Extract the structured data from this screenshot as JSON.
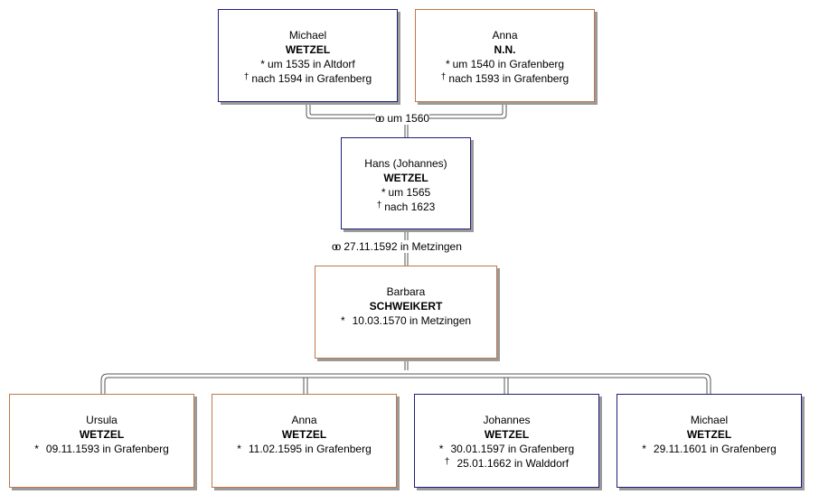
{
  "symbols": {
    "birth": "*",
    "death": "†",
    "marriage": "oo"
  },
  "people": {
    "michael_sr": {
      "given": "Michael",
      "surname": "WETZEL",
      "birth": "um 1535 in Altdorf",
      "death": "nach 1594 in Grafenberg"
    },
    "anna_nn": {
      "given": "Anna",
      "surname": "N.N.",
      "birth": "um 1540 in Grafenberg",
      "death": "nach 1593 in Grafenberg"
    },
    "hans": {
      "given": "Hans (Johannes)",
      "surname": "WETZEL",
      "birth": "um 1565",
      "death": "nach 1623"
    },
    "barbara": {
      "given": "Barbara",
      "surname": "SCHWEIKERT",
      "birth": "10.03.1570 in Metzingen"
    },
    "ursula": {
      "given": "Ursula",
      "surname": "WETZEL",
      "birth": "09.11.1593 in Grafenberg"
    },
    "anna": {
      "given": "Anna",
      "surname": "WETZEL",
      "birth": "11.02.1595 in Grafenberg"
    },
    "johannes": {
      "given": "Johannes",
      "surname": "WETZEL",
      "birth": "30.01.1597 in Grafenberg",
      "death": "25.01.1662 in Walddorf"
    },
    "michael_jr": {
      "given": "Michael",
      "surname": "WETZEL",
      "birth": "29.11.1601 in Grafenberg"
    }
  },
  "marriages": {
    "parents": "um 1560",
    "hans_barbara": "27.11.1592 in Metzingen"
  }
}
